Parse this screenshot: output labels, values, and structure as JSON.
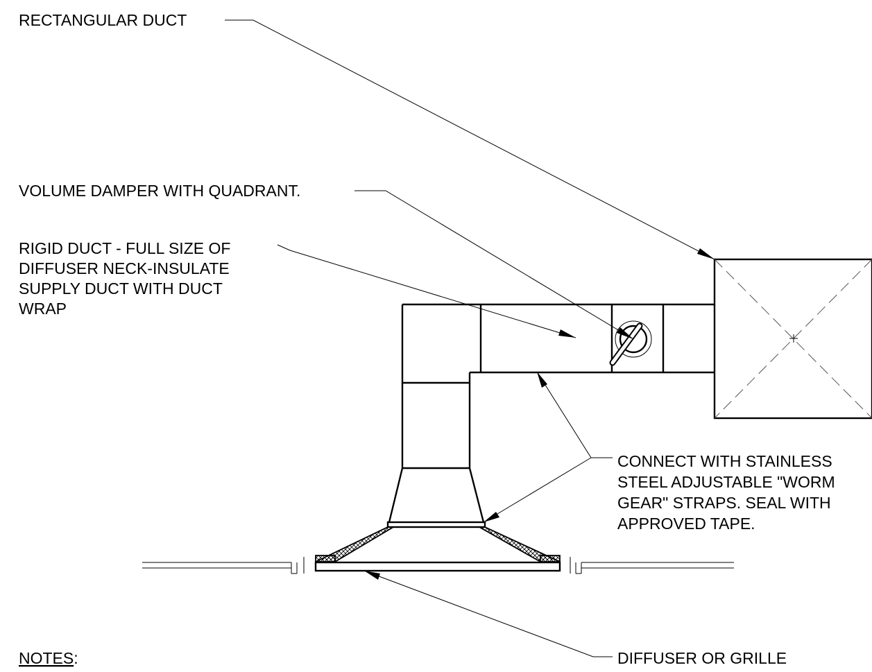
{
  "labels": {
    "rectangular_duct": "RECTANGULAR DUCT",
    "volume_damper": "VOLUME DAMPER WITH QUADRANT.",
    "rigid_duct": [
      "RIGID DUCT - FULL SIZE OF",
      "DIFFUSER NECK-INSULATE",
      "SUPPLY DUCT WITH DUCT",
      "WRAP"
    ],
    "connect_straps": [
      "CONNECT WITH STAINLESS",
      "STEEL ADJUSTABLE \"WORM",
      "GEAR\" STRAPS. SEAL WITH",
      "APPROVED TAPE."
    ],
    "diffuser": "DIFFUSER OR GRILLE",
    "notes_title": "NOTES",
    "notes_colon": ":"
  },
  "colors": {
    "line": "#000000",
    "background": "#ffffff",
    "center_marks": "#555555"
  }
}
